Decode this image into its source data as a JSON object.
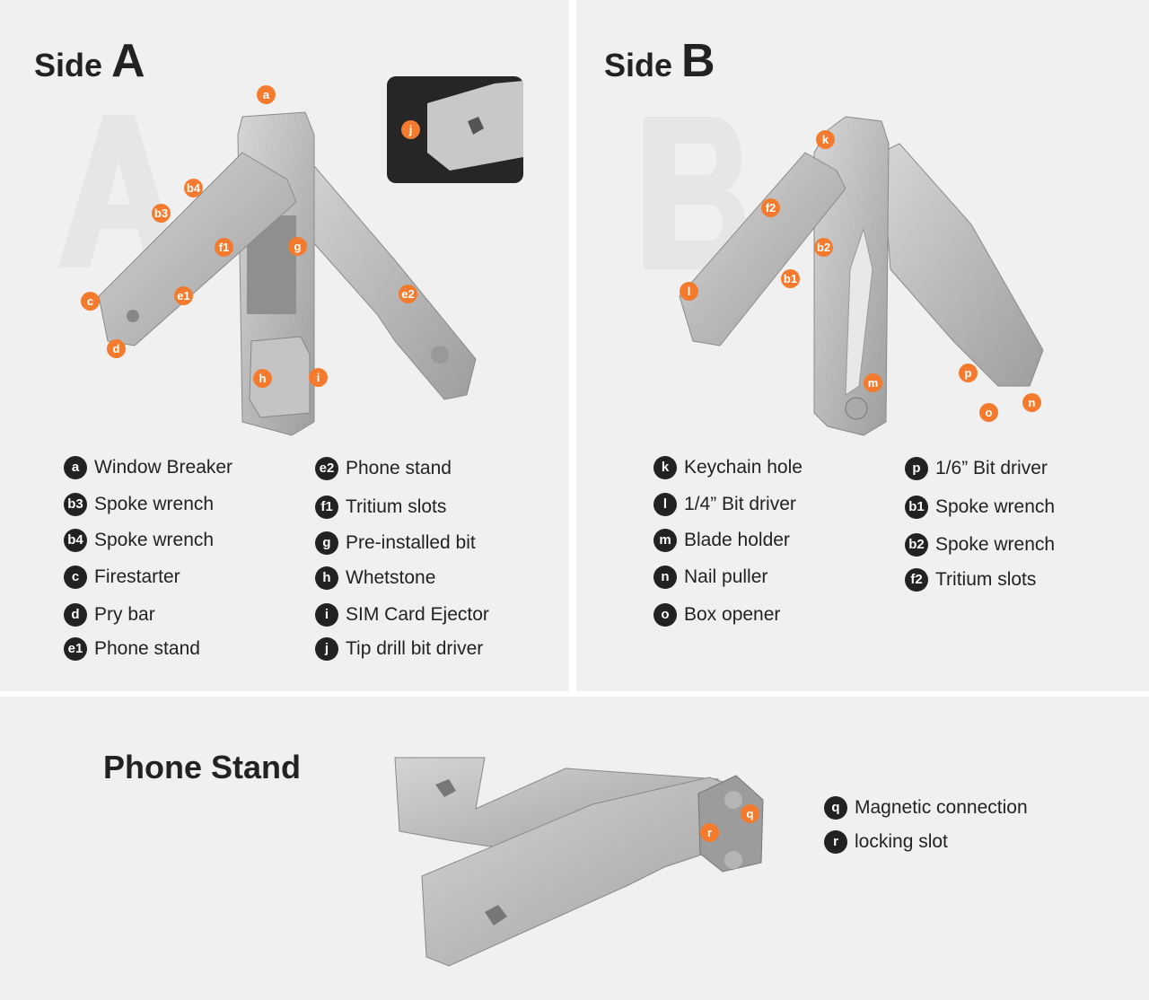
{
  "side_a": {
    "title_prefix": "Side",
    "title_letter": "A",
    "watermark": "A",
    "legend": [
      {
        "key": "a",
        "label": "Window Breaker"
      },
      {
        "key": "b3",
        "label": "Spoke wrench"
      },
      {
        "key": "b4",
        "label": "Spoke wrench"
      },
      {
        "key": "c",
        "label": "Firestarter"
      },
      {
        "key": "d",
        "label": "Pry bar"
      },
      {
        "key": "e1",
        "label": "Phone stand"
      },
      {
        "key": "e2",
        "label": "Phone stand"
      },
      {
        "key": "f1",
        "label": "Tritium slots"
      },
      {
        "key": "g",
        "label": "Pre-installed bit"
      },
      {
        "key": "h",
        "label": "Whetstone"
      },
      {
        "key": "i",
        "label": "SIM Card Ejector"
      },
      {
        "key": "j",
        "label": "Tip drill bit driver"
      }
    ]
  },
  "side_b": {
    "title_prefix": "Side",
    "title_letter": "B",
    "watermark": "B",
    "legend": [
      {
        "key": "k",
        "label": "Keychain hole"
      },
      {
        "key": "l",
        "label": "1/4” Bit driver"
      },
      {
        "key": "m",
        "label": "Blade holder"
      },
      {
        "key": "n",
        "label": "Nail puller"
      },
      {
        "key": "o",
        "label": "Box opener"
      },
      {
        "key": "p",
        "label": "1/6” Bit driver"
      },
      {
        "key": "b1",
        "label": "Spoke wrench"
      },
      {
        "key": "b2",
        "label": "Spoke wrench"
      },
      {
        "key": "f2",
        "label": "Tritium slots"
      }
    ]
  },
  "phone_stand": {
    "title": "Phone Stand",
    "legend": [
      {
        "key": "q",
        "label": "Magnetic connection"
      },
      {
        "key": "r",
        "label": "locking slot"
      }
    ]
  },
  "colors": {
    "marker": "#f47b2e",
    "legend_dot": "#222222",
    "background": "#f0f0f0",
    "metal": "#b9b9b9"
  }
}
